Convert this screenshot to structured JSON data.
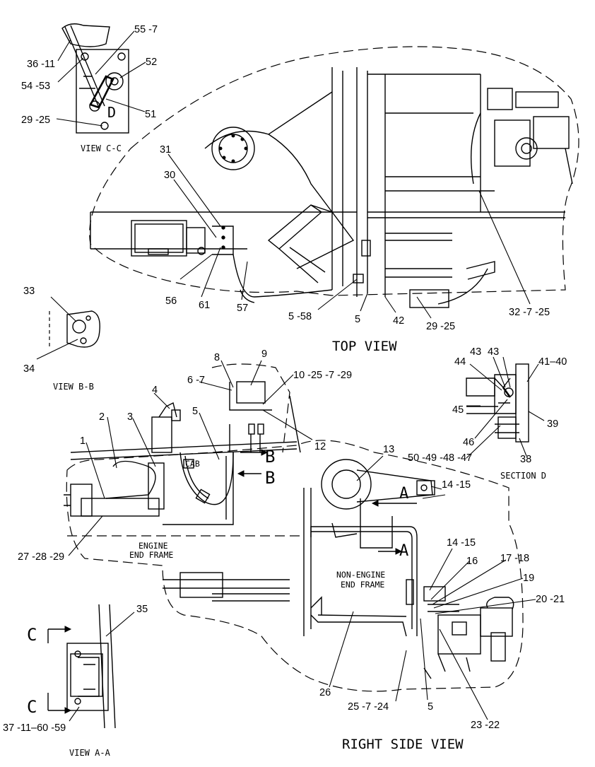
{
  "views": {
    "top": "TOP VIEW",
    "right_side": "RIGHT SIDE VIEW",
    "view_cc": "VIEW C-C",
    "view_bb": "VIEW B-B",
    "view_aa": "VIEW A-A",
    "section_d": "SECTION D"
  },
  "frame_labels": {
    "engine_1": "ENGINE",
    "engine_2": "END FRAME",
    "non_engine_1": "NON-ENGINE",
    "non_engine_2": "END FRAME",
    "cab": "CAB"
  },
  "section_letters": {
    "a_top": "A",
    "a_bottom": "A",
    "b_top": "B",
    "b_bottom": "B",
    "c_top": "C",
    "c_bottom": "C",
    "d": "D"
  },
  "callouts": [
    {
      "id": "36-11",
      "text": "36 -11"
    },
    {
      "id": "54-53",
      "text": "54 -53"
    },
    {
      "id": "55-7",
      "text": "55 -7"
    },
    {
      "id": "52",
      "text": "52"
    },
    {
      "id": "51",
      "text": "51"
    },
    {
      "id": "29-25-cc",
      "text": "29 -25"
    },
    {
      "id": "31",
      "text": "31"
    },
    {
      "id": "30",
      "text": "30"
    },
    {
      "id": "56",
      "text": "56"
    },
    {
      "id": "61",
      "text": "61"
    },
    {
      "id": "57",
      "text": "57"
    },
    {
      "id": "5-58",
      "text": "5 -58"
    },
    {
      "id": "5-top",
      "text": "5"
    },
    {
      "id": "42",
      "text": "42"
    },
    {
      "id": "29-25-top",
      "text": "29 -25"
    },
    {
      "id": "32-7-25",
      "text": "32 -7 -25"
    },
    {
      "id": "33",
      "text": "33"
    },
    {
      "id": "34",
      "text": "34"
    },
    {
      "id": "8",
      "text": "8"
    },
    {
      "id": "9",
      "text": "9"
    },
    {
      "id": "6-7",
      "text": "6 -7"
    },
    {
      "id": "10-25-7-29",
      "text": "10 -25 -7 -29"
    },
    {
      "id": "4",
      "text": "4"
    },
    {
      "id": "5-rs",
      "text": "5"
    },
    {
      "id": "12",
      "text": "12"
    },
    {
      "id": "2",
      "text": "2"
    },
    {
      "id": "3",
      "text": "3"
    },
    {
      "id": "1",
      "text": "1"
    },
    {
      "id": "13",
      "text": "13"
    },
    {
      "id": "14-15-a",
      "text": "14 -15"
    },
    {
      "id": "14-15-b",
      "text": "14 -15"
    },
    {
      "id": "16",
      "text": "16"
    },
    {
      "id": "17-18",
      "text": "17 -18"
    },
    {
      "id": "19",
      "text": "19"
    },
    {
      "id": "20-21",
      "text": "20 -21"
    },
    {
      "id": "27-28-29",
      "text": "27 -28 -29"
    },
    {
      "id": "35",
      "text": "35"
    },
    {
      "id": "26",
      "text": "26"
    },
    {
      "id": "25-7-24",
      "text": "25 -7 -24"
    },
    {
      "id": "5-bottom",
      "text": "5"
    },
    {
      "id": "23-22",
      "text": "23 -22"
    },
    {
      "id": "37-11-60-59",
      "text": "37 -11–60 -59"
    },
    {
      "id": "44",
      "text": "44"
    },
    {
      "id": "43-a",
      "text": "43"
    },
    {
      "id": "43-b",
      "text": "43"
    },
    {
      "id": "41-40",
      "text": "41–40"
    },
    {
      "id": "45",
      "text": "45"
    },
    {
      "id": "39",
      "text": "39"
    },
    {
      "id": "46",
      "text": "46"
    },
    {
      "id": "50-49-48-47",
      "text": "50 -49 -48 -47"
    },
    {
      "id": "38",
      "text": "38"
    }
  ]
}
